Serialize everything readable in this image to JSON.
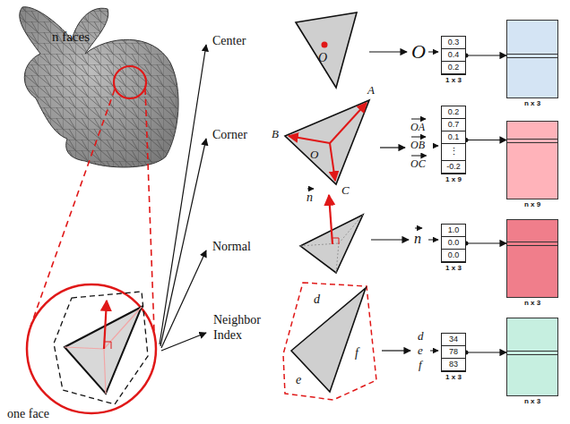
{
  "diagram": {
    "nodes": [
      {
        "text": [
          "0.3",
          "0.4",
          "0.2",
          "1 x 3"
        ]
      },
      {
        "text": [
          "n x 3"
        ]
      },
      {
        "text": [
          "0.2",
          "0.7",
          "0.1",
          "⋮",
          "-0.2",
          "1 x 9"
        ]
      },
      {
        "text": [
          "n x 9"
        ]
      },
      {
        "text": [
          "1.0",
          "0.0",
          "0.0",
          "1 x 3"
        ]
      },
      {
        "text": [
          "n x 3"
        ]
      },
      {
        "text": [
          "34",
          "78",
          "83",
          "1 x 3"
        ]
      },
      {
        "text": [
          "n x 3"
        ]
      }
    ],
    "edges": [
      {
        "from": 0,
        "to": 1,
        "arrow": "to"
      },
      {
        "from": 2,
        "to": 3,
        "arrow": "to"
      },
      {
        "from": 4,
        "to": 5,
        "arrow": "to"
      },
      {
        "from": 6,
        "to": 7,
        "arrow": "to"
      }
    ],
    "labels": [
      "n faces",
      "one face",
      "Center",
      "Corner",
      "Normal",
      "Neighbor Index",
      "O",
      "O",
      "A",
      "B",
      "O",
      "C",
      "OA",
      "OB",
      "OC",
      "n",
      "n",
      "d",
      "e",
      "f",
      "d",
      "e",
      "f"
    ]
  }
}
